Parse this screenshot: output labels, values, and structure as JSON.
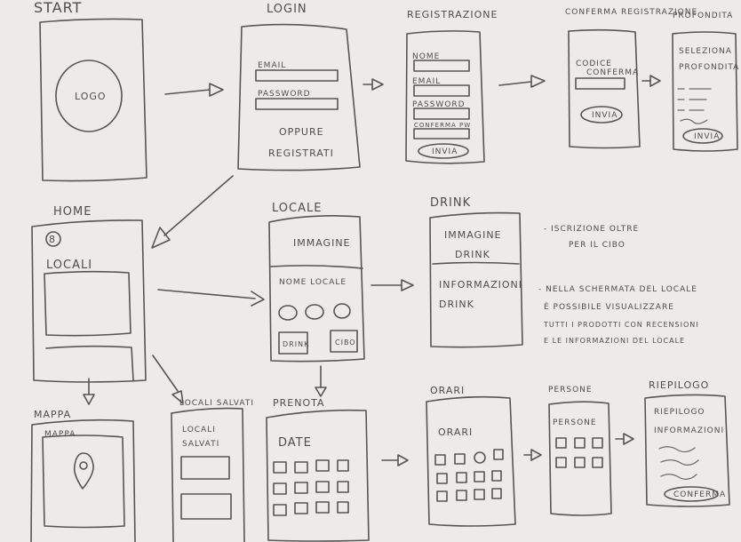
{
  "screens": {
    "start": {
      "title": "START",
      "logo": "LOGO"
    },
    "login": {
      "title": "LOGIN",
      "email": "EMAIL",
      "password": "PASSWORD",
      "oppure": "OPPURE",
      "registrati": "REGISTRATI"
    },
    "registrazione": {
      "title": "REGISTRAZIONE",
      "nome": "NOME",
      "email": "EMAIL",
      "password": "PASSWORD",
      "conferma": "CONFERMA PW",
      "invia": "INVIA"
    },
    "conferma": {
      "title": "CONFERMA REGISTRAZIONE",
      "codice_1": "CODICE",
      "codice_2": "CONFERMA",
      "invia": "INVIA"
    },
    "profilo": {
      "title": "PROFONDITA",
      "seleziona_1": "SELEZIONA",
      "seleziona_2": "PROFONDITA",
      "invia": "INVIA"
    },
    "home": {
      "title": "HOME",
      "badge": "8",
      "locali": "LOCALI"
    },
    "locale": {
      "title": "LOCALE",
      "immagine": "IMMAGINE",
      "nome_locale": "NOME LOCALE",
      "drink_btn": "DRINK",
      "food_btn": "CIBO"
    },
    "drink": {
      "title": "DRINK",
      "immagine_1": "IMMAGINE",
      "immagine_2": "DRINK",
      "info_1": "INFORMAZIONI",
      "info_2": "DRINK"
    },
    "notes": {
      "n1_l1": "- ISCRIZIONE OLTRE",
      "n1_l2": "PER IL CIBO",
      "n2_l1": "- NELLA SCHERMATA DEL LOCALE",
      "n2_l2": "È POSSIBILE VISUALIZZARE",
      "n2_l3": "TUTTI I PRODOTTI CON RECENSIONI",
      "n2_l4": "E LE INFORMAZIONI DEL LOCALE"
    },
    "mappa": {
      "title": "MAPPA",
      "inner": "MAPPA"
    },
    "salvati": {
      "title": "LOCALI SALVATI",
      "inner_1": "LOCALI",
      "inner_2": "SALVATI"
    },
    "prenota": {
      "title": "PRENOTA",
      "date": "DATE"
    },
    "orari": {
      "title": "ORARI",
      "inner": "ORARI"
    },
    "persone": {
      "title": "PERSONE",
      "inner": "PERSONE"
    },
    "riepilogo": {
      "title": "RIEPILOGO",
      "inner_1": "RIEPILOGO",
      "inner_2": "INFORMAZIONI",
      "conferma": "CONFERMA"
    }
  }
}
